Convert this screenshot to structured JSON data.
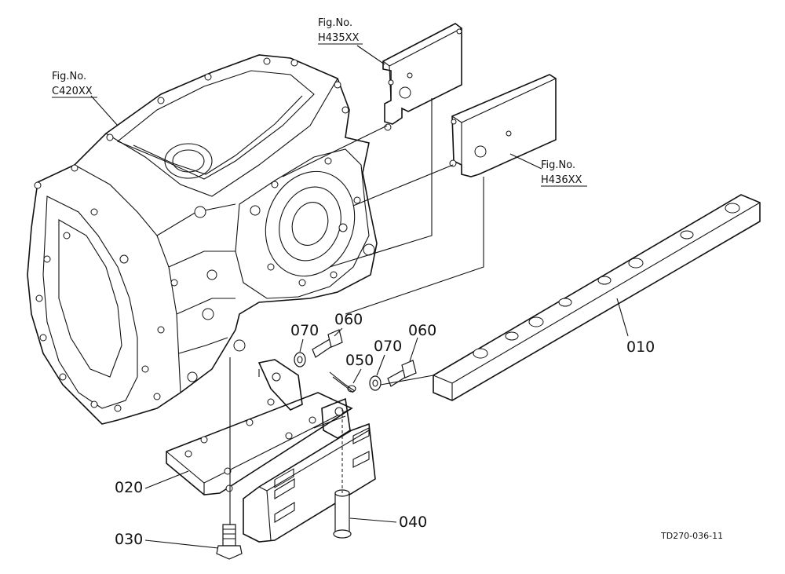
{
  "figure_refs": [
    {
      "line1": "Fig.No.",
      "line2": "C420XX"
    },
    {
      "line1": "Fig.No.",
      "line2": "H435XX"
    },
    {
      "line1": "Fig.No.",
      "line2": "H436XX"
    }
  ],
  "part_numbers": {
    "p010": "010",
    "p020": "020",
    "p030": "030",
    "p040": "040",
    "p050": "050",
    "p060a": "060",
    "p060b": "060",
    "p070a": "070",
    "p070b": "070"
  },
  "drawing_code": "TD270-036-11"
}
